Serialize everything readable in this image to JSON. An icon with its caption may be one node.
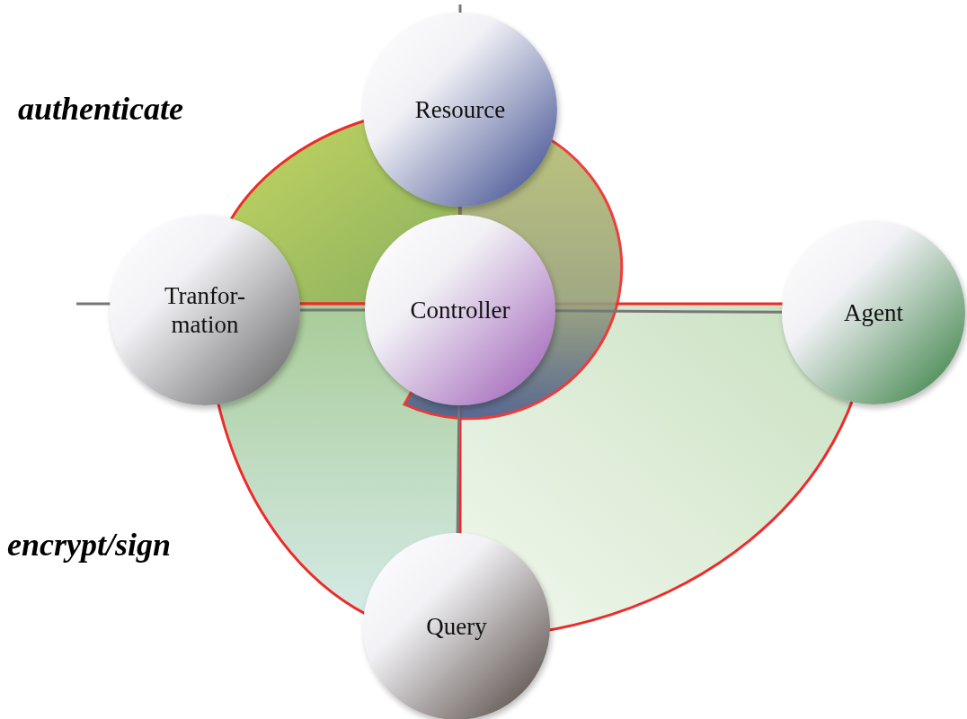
{
  "diagram": {
    "nodes": [
      {
        "text": [
          "Resource"
        ]
      },
      {
        "text": [
          "Tranfor-mation"
        ]
      },
      {
        "text": [
          "Controller"
        ]
      },
      {
        "text": [
          "Agent"
        ]
      },
      {
        "text": [
          "Query"
        ]
      }
    ],
    "edges": [
      {
        "from": 2,
        "to": 0,
        "arrow": "none"
      },
      {
        "from": 2,
        "to": 1,
        "arrow": "none"
      },
      {
        "from": 2,
        "to": 3,
        "arrow": "none"
      },
      {
        "from": 2,
        "to": 4,
        "arrow": "none"
      }
    ],
    "labels": [
      "authenticate",
      "encrypt/sign"
    ]
  }
}
